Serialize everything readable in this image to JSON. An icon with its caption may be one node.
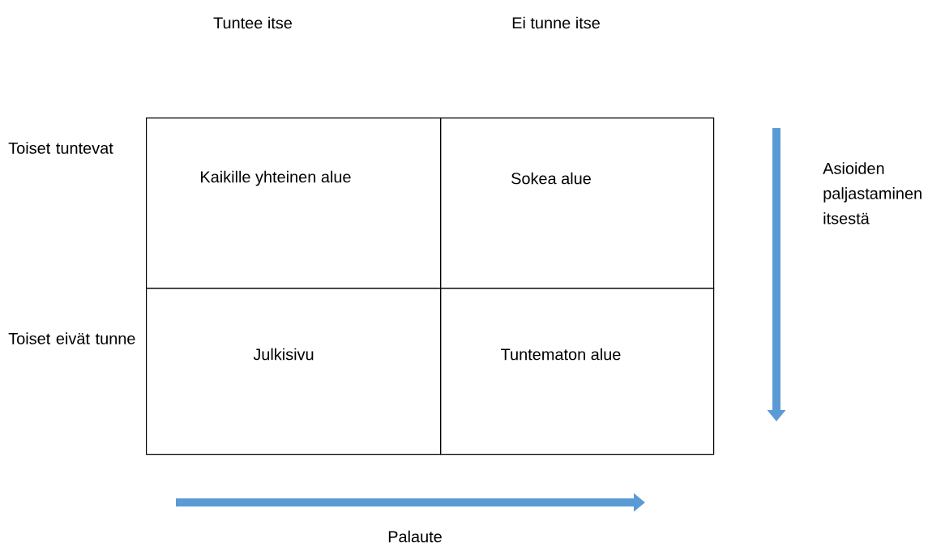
{
  "diagram": {
    "nodes": [
      {
        "text": [
          "Kaikille yhteinen alue"
        ]
      },
      {
        "text": [
          "Sokea alue"
        ]
      },
      {
        "text": [
          "Julkisivu"
        ]
      },
      {
        "text": [
          "Tuntematon alue"
        ]
      }
    ],
    "labels": [
      "Tuntee itse",
      "Ei tunne itse",
      "Toiset tuntevat",
      "Asioiden paljastaminen itsestä",
      "Toiset eivät tunne",
      "Palaute"
    ]
  }
}
